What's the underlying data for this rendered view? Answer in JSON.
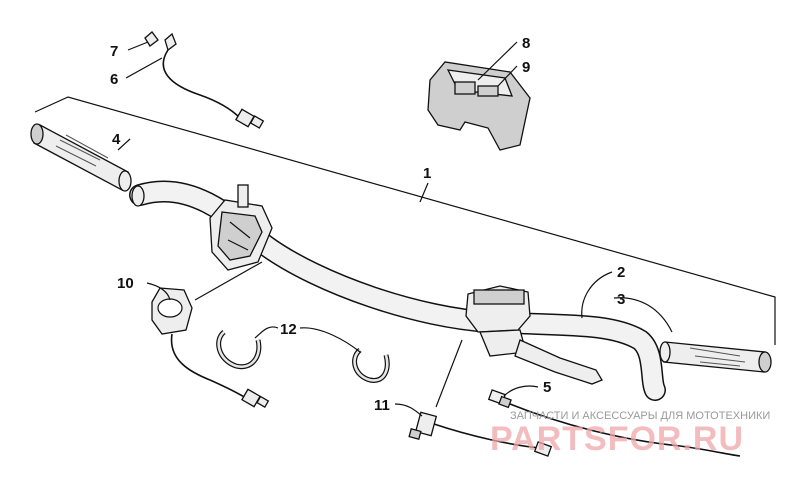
{
  "diagram": {
    "callouts": [
      {
        "id": "1",
        "label": "1"
      },
      {
        "id": "2",
        "label": "2"
      },
      {
        "id": "3",
        "label": "3"
      },
      {
        "id": "4",
        "label": "4"
      },
      {
        "id": "5",
        "label": "5"
      },
      {
        "id": "6",
        "label": "6"
      },
      {
        "id": "7",
        "label": "7"
      },
      {
        "id": "8",
        "label": "8"
      },
      {
        "id": "9",
        "label": "9"
      },
      {
        "id": "10",
        "label": "10"
      },
      {
        "id": "11",
        "label": "11"
      },
      {
        "id": "12",
        "label": "12"
      }
    ]
  },
  "watermark": {
    "tagline": "ЗАПЧАСТИ И АКСЕССУАРЫ ДЛЯ МОТОТЕХНИКИ",
    "logo": "PARTSFOR.RU",
    "colors": {
      "logo": "#f0a8ab",
      "tagline": "#9a9a9a"
    }
  }
}
